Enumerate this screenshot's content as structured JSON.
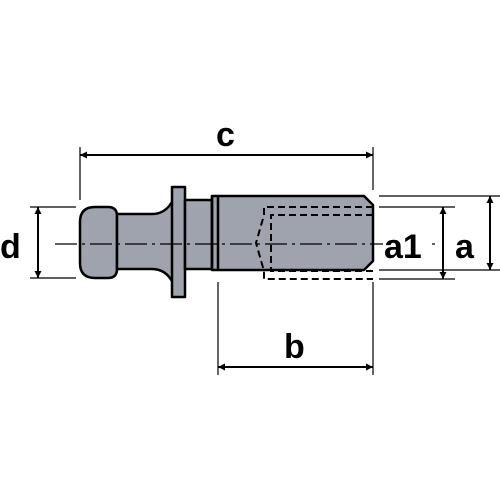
{
  "labels": {
    "c": "c",
    "d": "d",
    "a1": "a1",
    "a": "a",
    "b": "b"
  },
  "colors": {
    "body_fill": "#9ea3ad",
    "line": "#000000",
    "background": "#ffffff"
  }
}
